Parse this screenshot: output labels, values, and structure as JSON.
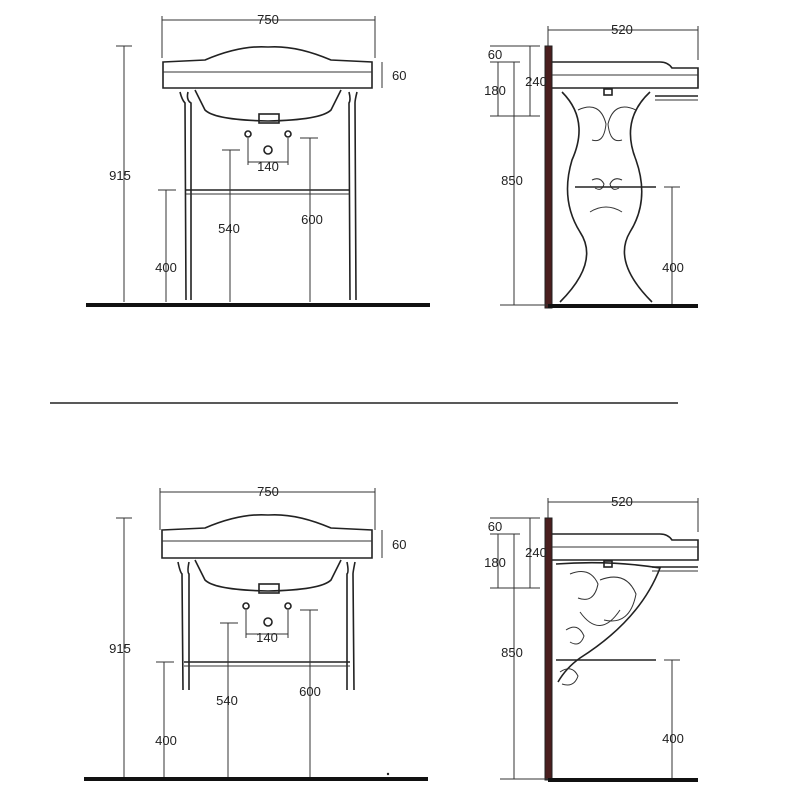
{
  "top": {
    "front": {
      "width": "750",
      "rim": "60",
      "height": "915",
      "shelf": "400",
      "tap_spacing": "140",
      "drain_a": "540",
      "drain_b": "600"
    },
    "side": {
      "depth": "520",
      "top": "60",
      "bowl": "180",
      "front_h": "240",
      "mid": "850",
      "shelf": "400"
    }
  },
  "bottom": {
    "front": {
      "width": "750",
      "rim": "60",
      "height": "915",
      "shelf": "400",
      "tap_spacing": "140",
      "drain_a": "540",
      "drain_b": "600"
    },
    "side": {
      "depth": "520",
      "top": "60",
      "bowl": "180",
      "front_h": "240",
      "mid": "850",
      "shelf": "400"
    }
  }
}
